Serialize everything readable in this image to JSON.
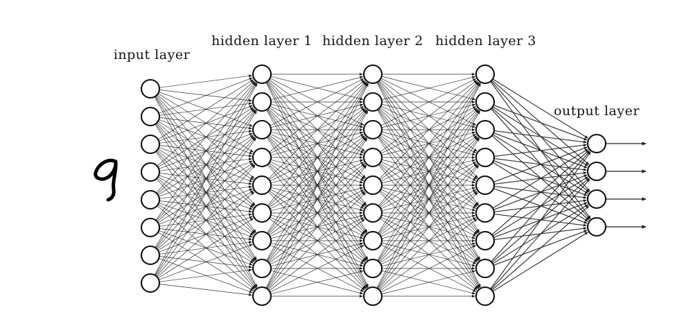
{
  "diagram": {
    "type": "neural-network",
    "connections": "fully-connected-feedforward",
    "background": "#ffffff",
    "ink_color": "#1d1d1d",
    "node_fill": "#ffffff",
    "handwritten_digit": "9",
    "layers": [
      {
        "id": "input",
        "label": "input layer",
        "neurons": 8
      },
      {
        "id": "hidden1",
        "label": "hidden layer 1",
        "neurons": 9
      },
      {
        "id": "hidden2",
        "label": "hidden layer 2",
        "neurons": 9
      },
      {
        "id": "hidden3",
        "label": "hidden layer 3",
        "neurons": 9
      },
      {
        "id": "output",
        "label": "output layer",
        "neurons": 4,
        "arrows_out": 4
      }
    ]
  }
}
